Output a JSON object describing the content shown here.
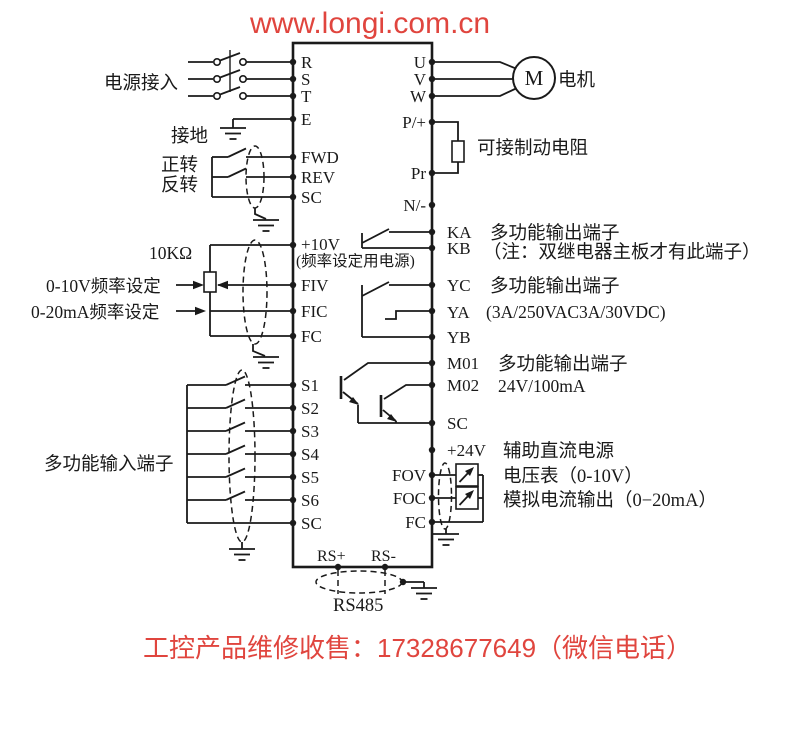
{
  "page": {
    "background": "#ffffff",
    "line_color": "#1a1a1a",
    "accent_red": "#e0453e"
  },
  "header": {
    "url": "www.longi.com.cn"
  },
  "footer": {
    "text": "工控产品维修收售：17328677649（微信电话）"
  },
  "terminals": {
    "left": [
      "R",
      "S",
      "T",
      "E",
      "FWD",
      "REV",
      "SC",
      "+10V",
      "FIV",
      "FIC",
      "FC",
      "S1",
      "S2",
      "S3",
      "S4",
      "S5",
      "S6",
      "SC"
    ],
    "right_inside": [
      "U",
      "V",
      "W",
      "P/+",
      "Pr",
      "N/-",
      "FOV",
      "FOC",
      "FC"
    ],
    "right_outside": [
      "KA",
      "KB",
      "YC",
      "YA",
      "YB",
      "M01",
      "M02",
      "SC",
      "+24V"
    ],
    "bottom": [
      "RS+",
      "RS-"
    ]
  },
  "labels": {
    "power_input": "电源接入",
    "ground": "接地",
    "forward": "正转",
    "reverse": "反转",
    "pot_value": "10KΩ",
    "freq_set_0_10v": "0-10V频率设定",
    "freq_set_0_20ma": "0-20mA频率设定",
    "multi_input": "多功能输入端子",
    "freq_power_note": "(频率设定用电源)",
    "motor": "电机",
    "motor_letter": "M",
    "brake_resistor": "可接制动电阻",
    "ka_note_line1": "多功能输出端子",
    "ka_note_line2": "（注：双继电器主板才有此端子）",
    "yc_note_line1": "多功能输出端子",
    "yc_note_line2": "(3A/250VAC3A/30VDC)",
    "m01_note_line1": "多功能输出端子",
    "m01_note_line2": "24V/100mA",
    "aux_dc_power": "辅助直流电源",
    "voltmeter": "电压表（0-10V）",
    "analog_current_out": "模拟电流输出（0−20mA）",
    "rs485": "RS485"
  }
}
